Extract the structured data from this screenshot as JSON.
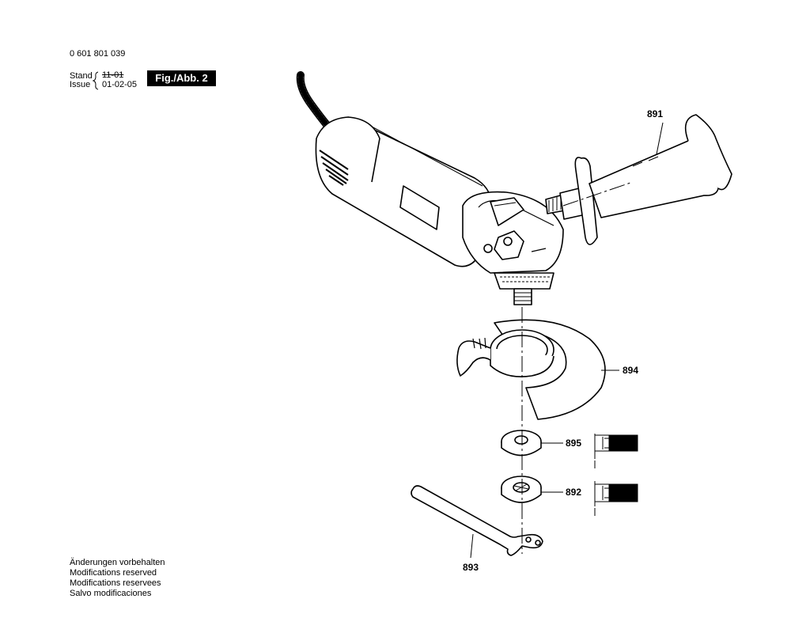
{
  "header": {
    "model_number": "0 601 801 039",
    "stand_label": "Stand",
    "issue_label": "Issue",
    "stand_value_struck": "11-01",
    "issue_value": "01-02-05",
    "figure_label": "Fig./Abb. 2"
  },
  "parts": [
    {
      "number": "891",
      "name_icon": "auxiliary-handle"
    },
    {
      "number": "894",
      "name_icon": "protective-guard"
    },
    {
      "number": "895",
      "name_icon": "mounting-flange"
    },
    {
      "number": "892",
      "name_icon": "clamping-nut"
    },
    {
      "number": "893",
      "name_icon": "spanner"
    }
  ],
  "footer": {
    "lines": [
      "Änderungen vorbehalten",
      "Modifications reserved",
      "Modifications reservees",
      "Salvo modificaciones"
    ]
  }
}
